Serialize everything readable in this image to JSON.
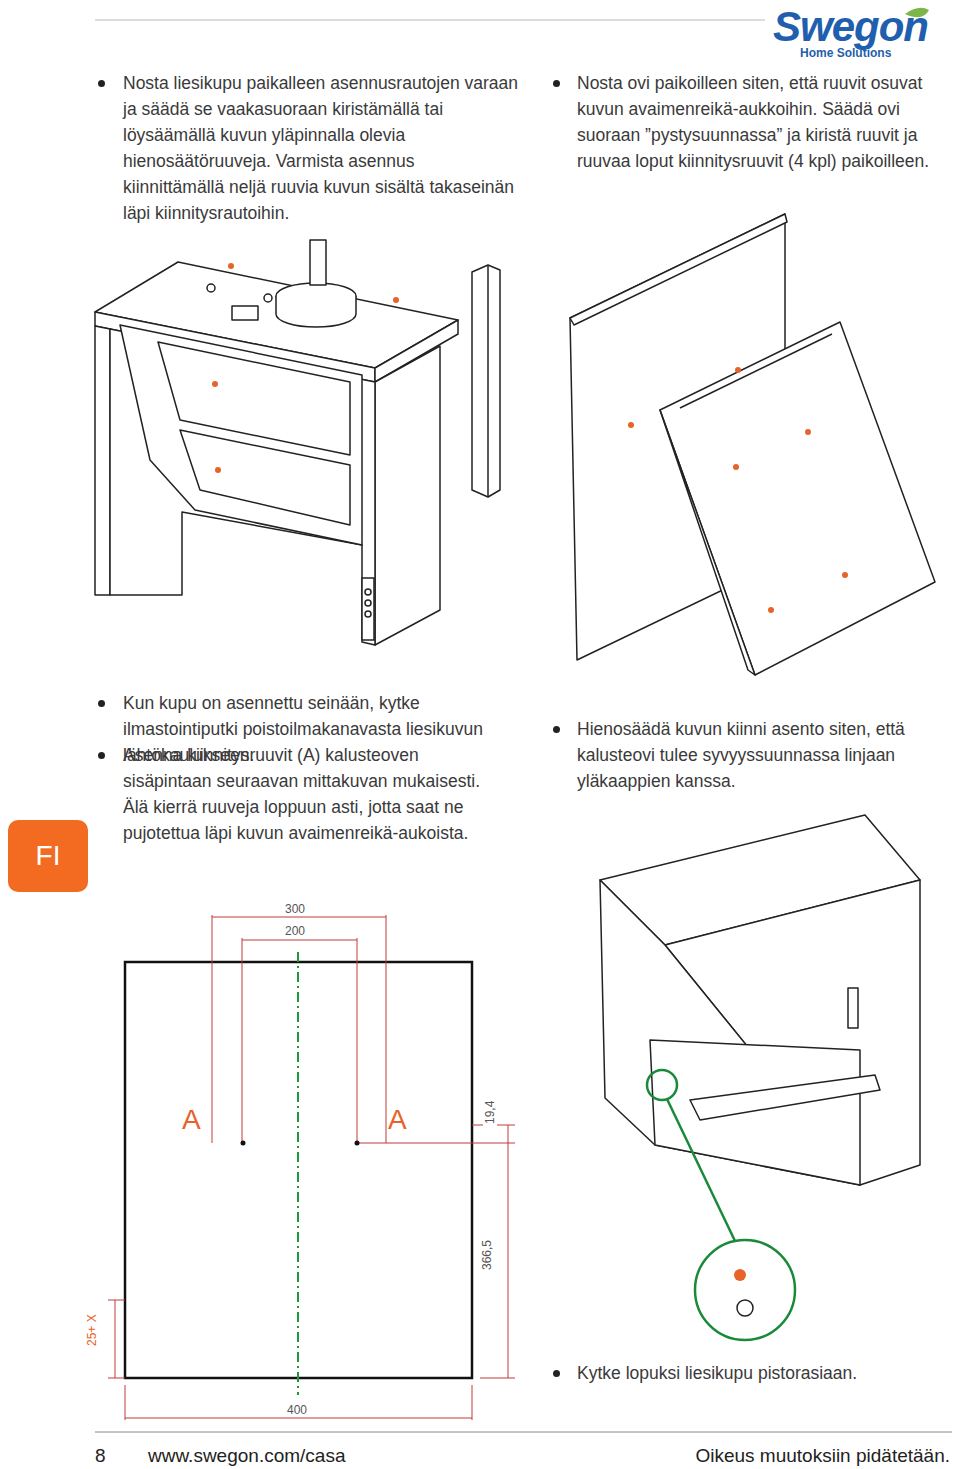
{
  "diagram": {
    "nodes": [
      {
        "text": [
          "FI"
        ]
      }
    ],
    "labels": [
      "Swegon",
      "Home Solutions",
      "Nosta liesikupu paikalleen asennusrautojen varaan ja säädä se vaakasuoraan kiristämällä tai löysäämällä kuvun yläpinnalla olevia hienosäätöruuveja. Varmista asennus kiinnittämällä neljä ruuvia kuvun sisältä takaseinän läpi kiinnitysrautoihin.",
      "Nosta ovi paikoilleen siten, että ruuvit osuvat kuvun avaimenreikä-aukkoihin. Säädä ovi suoraan ”pystysuunnassa” ja kiristä ruuvit ja ruuvaa loput kiinnitysruuvit (4 kpl) paikoilleen.",
      "Kun kupu on asennettu seinään, kytke ilmastointiputki poistoilmakanavasta liesikuvun lähtökaulukseen.",
      "Asenna kiinnitysruuvit (A) kalusteoven sisäpintaan seuraavan mittakuvan mukaisesti. Älä kierrä ruuveja loppuun asti, jotta saat ne pujotettua läpi kuvun avaimenreikä-aukoista.",
      "Hienosäädä kuvun kiinni asento siten, että kalusteovi tulee syvyyssuunnassa linjaan yläkaappien kanssa.",
      "Kytke lopuksi liesikupu pistorasiaan.",
      "300",
      "200",
      "A",
      "A",
      "19,4",
      "366,5",
      "25+ X",
      "400",
      "8",
      "www.swegon.com/casa",
      "Oikeus muutoksiin pidätetään."
    ]
  }
}
